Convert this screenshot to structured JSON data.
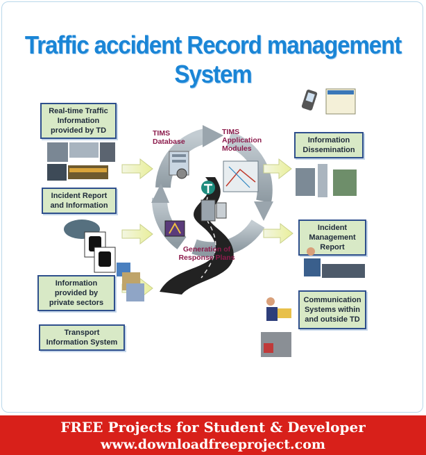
{
  "title": "Traffic accident Record management System",
  "left_boxes": [
    "Real-time Traffic Information provided by TD",
    "Incident Report and Information",
    "Information provided by private sectors",
    "Transport Information System"
  ],
  "right_boxes": [
    "Information Dissemination",
    "Incident Management Report",
    "Communication Systems within and outside TD"
  ],
  "cycle_labels": {
    "database": "TIMS Database",
    "modules": "TIMS Application Modules",
    "response": "Generation of Response Plans"
  },
  "footer": {
    "line1": "FREE Projects for Student  & Developer",
    "line2": "www.downloadfreeproject.com"
  },
  "colors": {
    "title": "#1a85d6",
    "box_fill": "#d8e9c6",
    "box_border": "#2e4f8c",
    "cycle_label": "#8c1c4c",
    "footer_bg": "#d8201a"
  }
}
